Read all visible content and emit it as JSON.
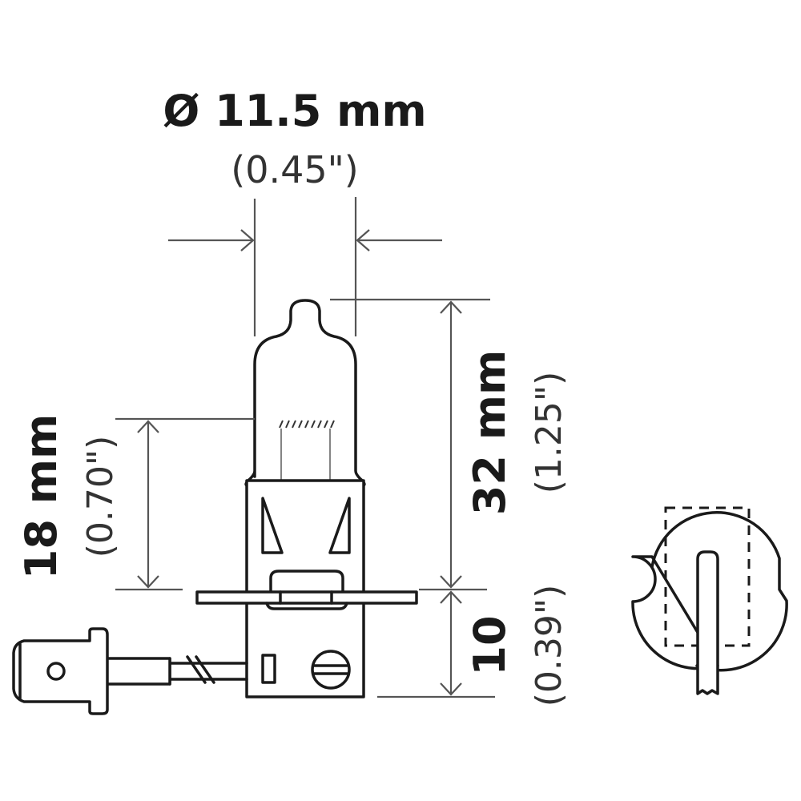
{
  "diagram": {
    "title": "H3 halogen bulb dimensional drawing",
    "colors": {
      "background": "#ffffff",
      "outline": "#1a1a1a",
      "dimension_line": "#555555"
    },
    "dimensions": {
      "diameter": {
        "metric": "Ø 11.5 mm",
        "imperial": "(0.45\")"
      },
      "overall_height": {
        "metric": "32 mm",
        "imperial": "(1.25\")"
      },
      "light_center_length": {
        "metric": "18 mm",
        "imperial": "(0.70\")"
      },
      "base_height": {
        "metric": "10",
        "imperial": "(0.39\")"
      }
    },
    "views": {
      "side_view": "bulb-side-view",
      "end_view": "bulb-base-end-view"
    }
  }
}
